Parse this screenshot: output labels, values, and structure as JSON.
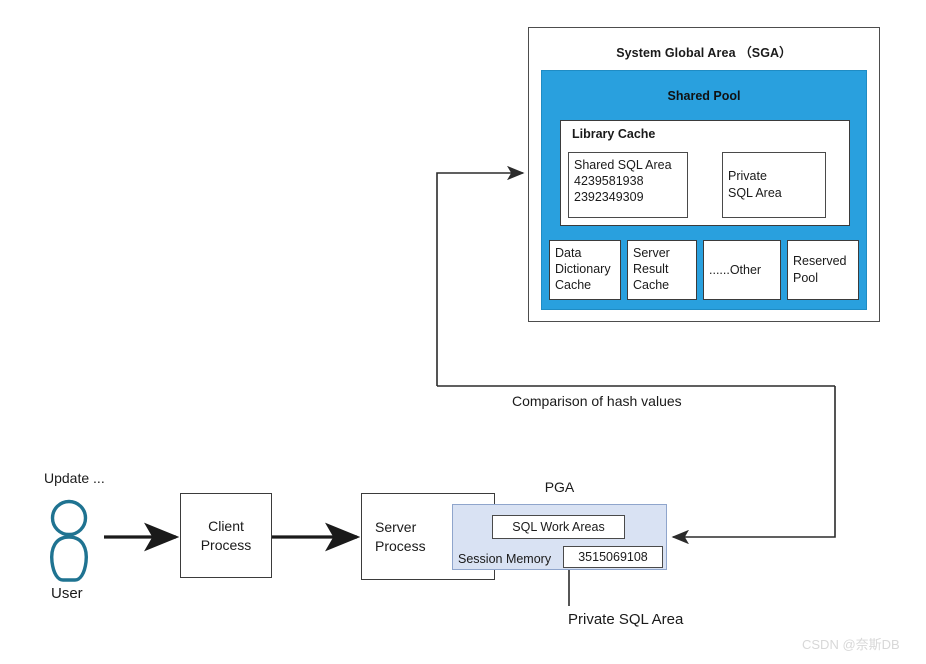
{
  "diagram": {
    "title_watermark": "CSDN @奈斯DB",
    "sga": {
      "title": "System Global Area （SGA）",
      "shared_pool": {
        "title": "Shared Pool",
        "library_cache": {
          "title": "Library Cache",
          "shared_sql_area": {
            "label": "Shared SQL Area",
            "hash_1": "4239581938",
            "hash_2": "2392349309"
          },
          "private_sql_area": {
            "line_1": "Private",
            "line_2": "SQL  Area"
          }
        },
        "cells": [
          {
            "lines": [
              "Data",
              "Dictionary",
              "Cache"
            ]
          },
          {
            "lines": [
              "Server",
              "Result",
              "Cache"
            ]
          },
          {
            "lines": [
              "......Other"
            ]
          },
          {
            "lines": [
              "Reserved",
              "Pool"
            ]
          }
        ]
      }
    },
    "flow": {
      "update_label": "Update ...",
      "user_label": "User",
      "client_process": {
        "line_1": "Client",
        "line_2": "Process"
      },
      "server_process": {
        "line_1": "Server",
        "line_2": "Process"
      },
      "comparison_label": "Comparison of hash values",
      "private_sql_area_label": "Private SQL Area"
    },
    "pga": {
      "title": "PGA",
      "sql_work_areas": "SQL Work Areas",
      "session_memory_label": "Session Memory",
      "session_memory_value": "3515069108"
    },
    "colors": {
      "shared_pool_blue": "#29A0DE",
      "pga_blue": "#D9E2F3",
      "user_teal": "#1F7391",
      "stroke": "#3b3b3b",
      "watermark": "#d8d8d8"
    }
  }
}
